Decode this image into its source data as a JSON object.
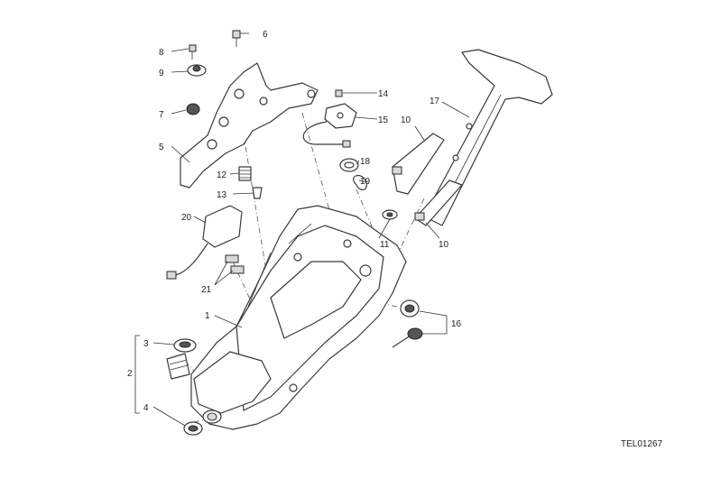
{
  "diagram": {
    "title": "Exploded parts diagram — seat support frame assembly",
    "drawing_code": "TEL01267",
    "callouts": {
      "c1": "1",
      "c2": "2",
      "c3": "3",
      "c4": "4",
      "c5": "5",
      "c6": "6",
      "c7": "7",
      "c8": "8",
      "c9": "9",
      "c10a": "10",
      "c10b": "10",
      "c11": "11",
      "c12": "12",
      "c13": "13",
      "c14": "14",
      "c15": "15",
      "c16": "16",
      "c17": "17",
      "c18": "18",
      "c19": "19",
      "c20": "20",
      "c21": "21"
    }
  }
}
